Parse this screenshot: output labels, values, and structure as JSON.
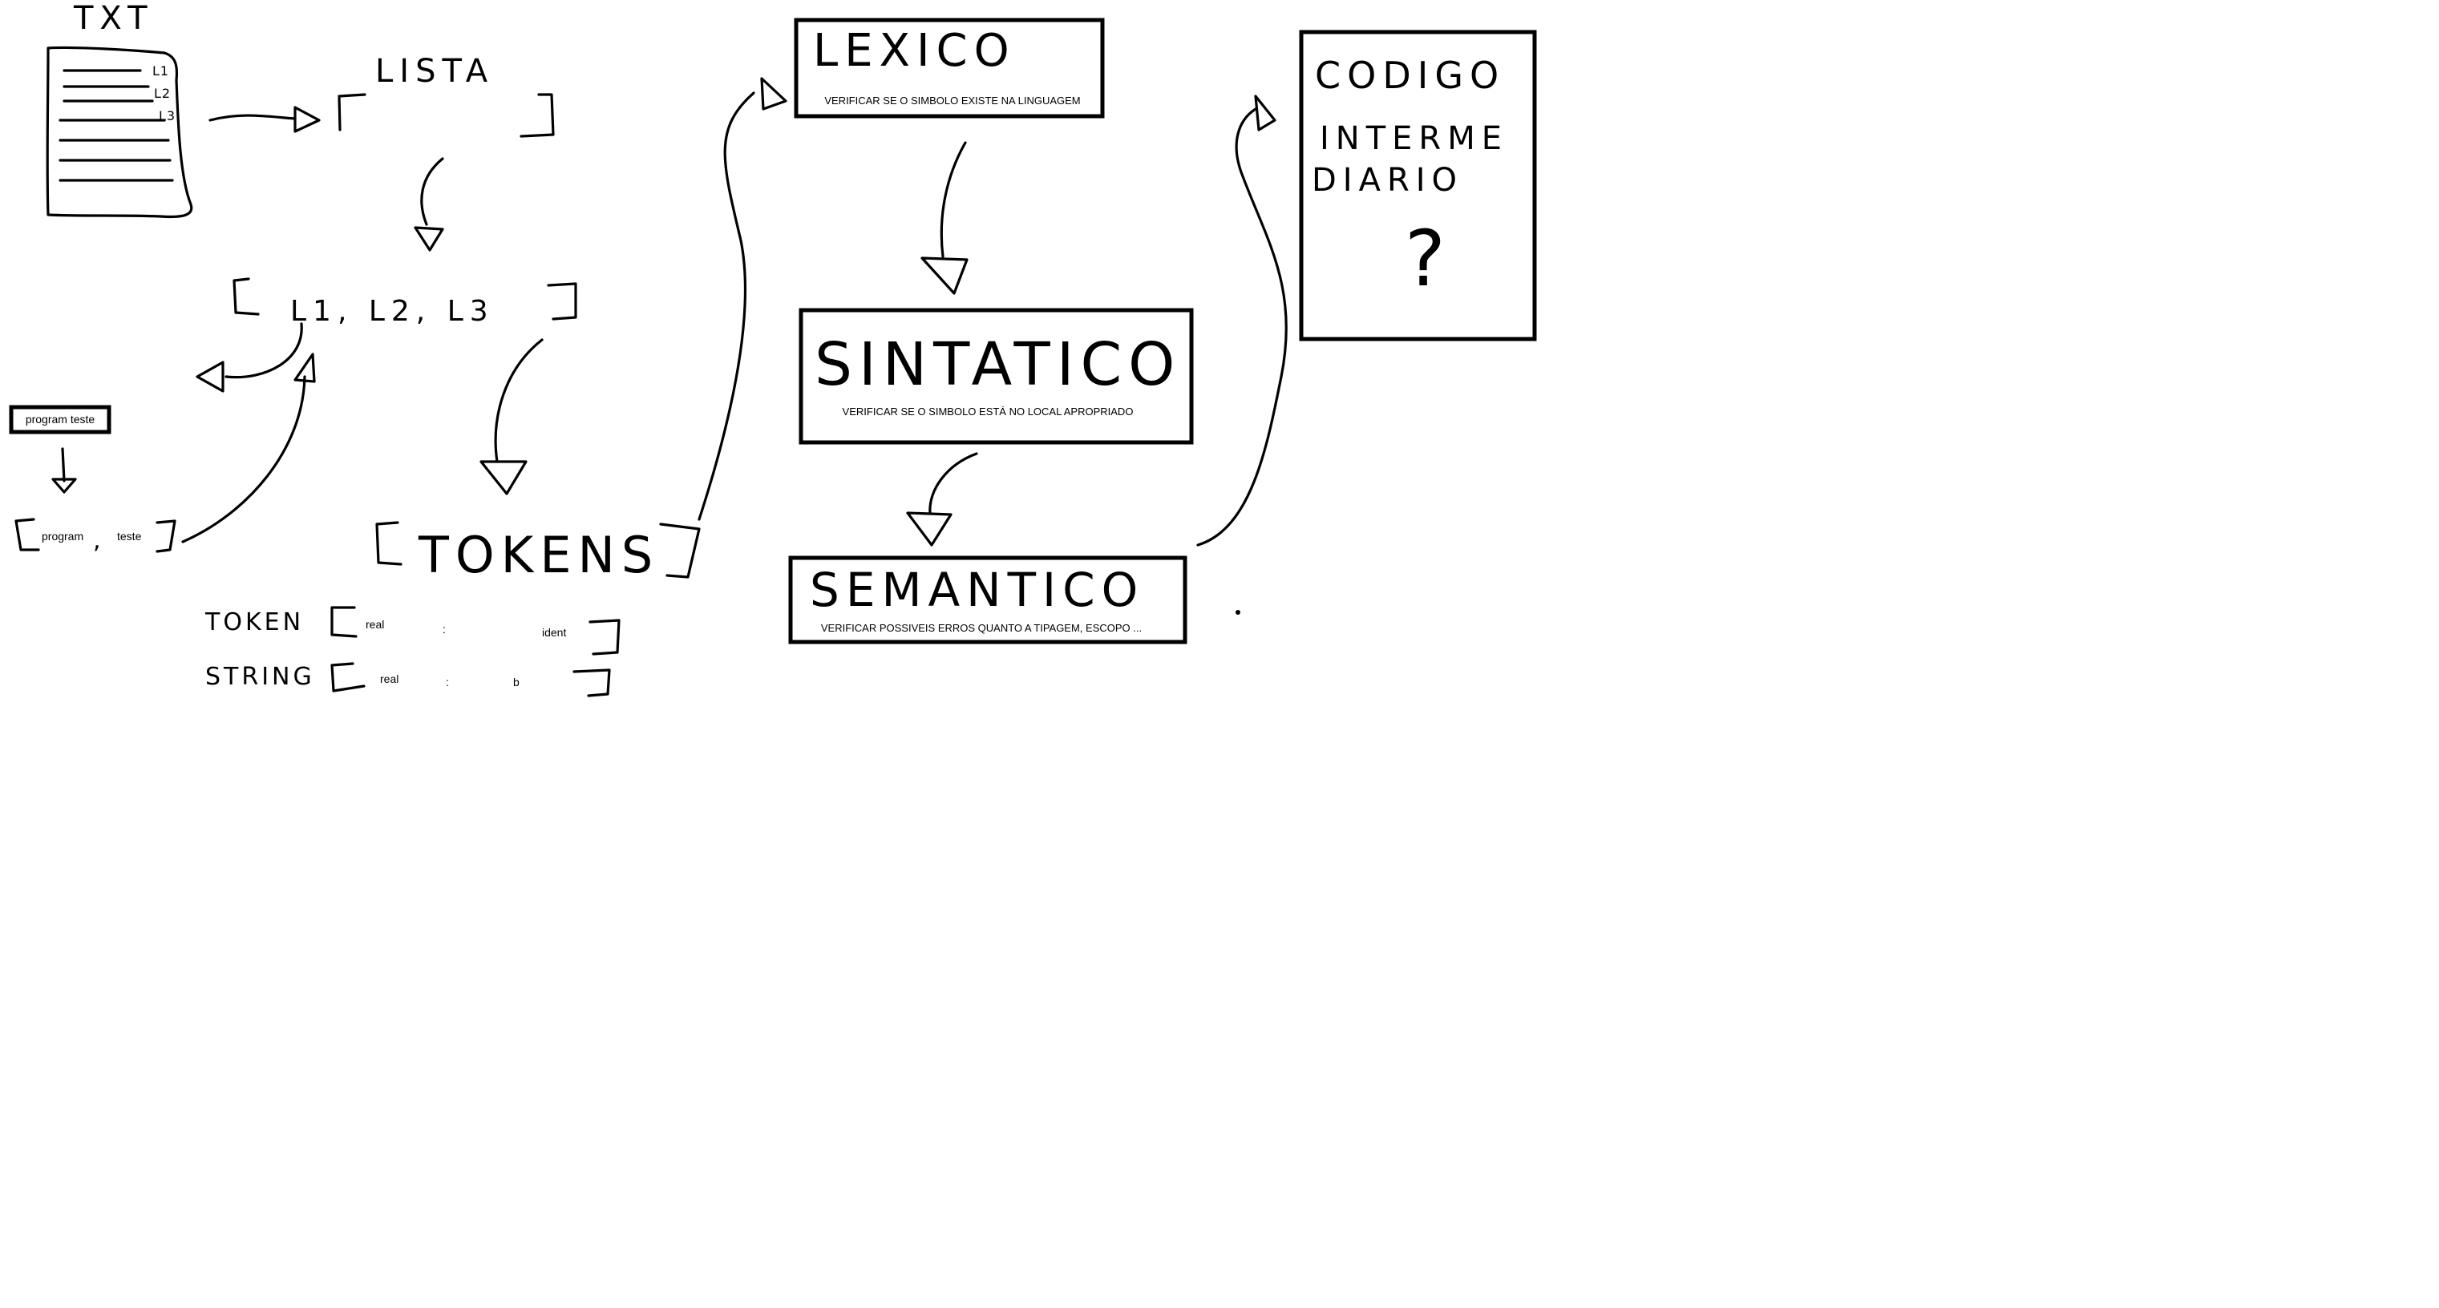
{
  "txt_doc": {
    "title": "TXT",
    "lines": [
      "L1",
      "L2",
      "L3"
    ]
  },
  "lista": {
    "title": "LISTA",
    "content": "L1, L2, L3"
  },
  "example": {
    "input_box": "program teste",
    "list_items": [
      "program",
      ",",
      "teste"
    ]
  },
  "tokens": {
    "title": "TOKENS",
    "token_row": {
      "label": "TOKEN",
      "left": "real",
      "sep": ":",
      "right": "ident"
    },
    "string_row": {
      "label": "STRING",
      "left": "real",
      "sep": ":",
      "right": "b"
    }
  },
  "phases": [
    {
      "name": "LEXICO",
      "description": "VERIFICAR SE O SIMBOLO EXISTE NA LINGUAGEM"
    },
    {
      "name": "SINTATICO",
      "description": "VERIFICAR SE O SIMBOLO ESTÁ NO LOCAL APROPRIADO"
    },
    {
      "name": "SEMANTICO",
      "description": "VERIFICAR POSSIVEIS ERROS QUANTO A TIPAGEM, ESCOPO ..."
    }
  ],
  "intermediate": {
    "line1": "CODIGO",
    "line2": "INTERME",
    "line3": "DIARIO",
    "mark": "?"
  }
}
